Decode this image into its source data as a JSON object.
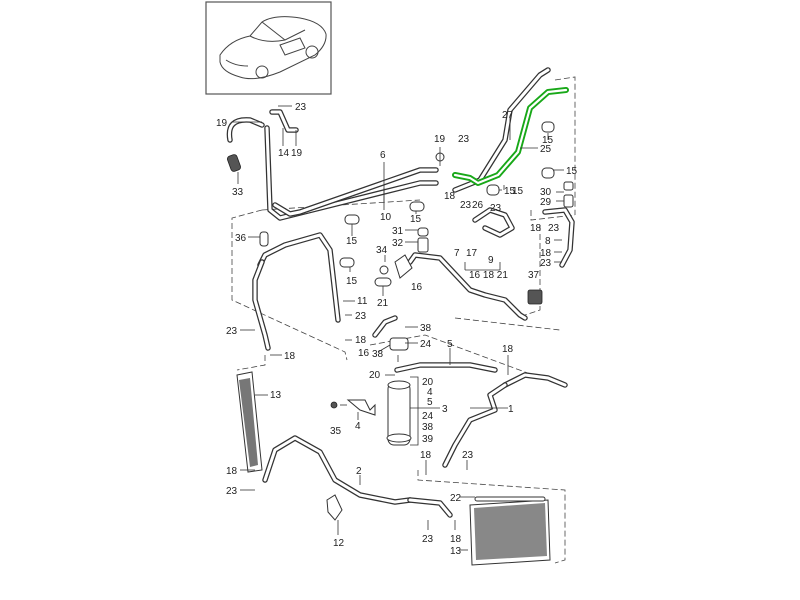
{
  "diagram": {
    "title": "Air conditioning refrigerant lines",
    "highlight_color": "#18a818",
    "highlighted_part": "25",
    "thumbnail": {
      "icon": "car-thumbnail-icon"
    },
    "labels": {
      "l1": "23",
      "l2": "19",
      "l3": "14",
      "l4": "19",
      "l5": "33",
      "l6": "6",
      "l7": "10",
      "l8": "15",
      "l9": "15",
      "l10": "19",
      "l11": "23",
      "l12": "18",
      "l13": "23",
      "l14": "27",
      "l15": "15",
      "l16": "25",
      "l17": "15",
      "l18": "15",
      "l19": "26",
      "l20": "23",
      "l21": "30",
      "l22": "29",
      "l23": "18",
      "l24": "23",
      "l25": "8",
      "l26": "18",
      "l27": "23",
      "l28": "36",
      "l29": "15",
      "l30": "31",
      "l31": "32",
      "l32": "34",
      "l33": "16",
      "l34": "21",
      "l35": "7",
      "l36": "17",
      "l37": "9",
      "l38": "16 18 21",
      "l39": "37",
      "l40": "11",
      "l41": "23",
      "l42": "23",
      "l43": "18",
      "l44": "18",
      "l45": "38",
      "l46": "16",
      "l47": "24",
      "l48": "38",
      "l49": "5",
      "l50": "18",
      "l51": "20",
      "l52": "20",
      "l53": "4",
      "l54": "5",
      "l55": "3",
      "l56": "24",
      "l57": "38",
      "l58": "39",
      "l59": "35",
      "l60": "4",
      "l61": "1",
      "l62": "13",
      "l63": "18",
      "l64": "23",
      "l65": "2",
      "l66": "12",
      "l67": "18",
      "l68": "23",
      "l69": "22",
      "l70": "23",
      "l71": "18",
      "l72": "13",
      "l73": "15"
    }
  }
}
